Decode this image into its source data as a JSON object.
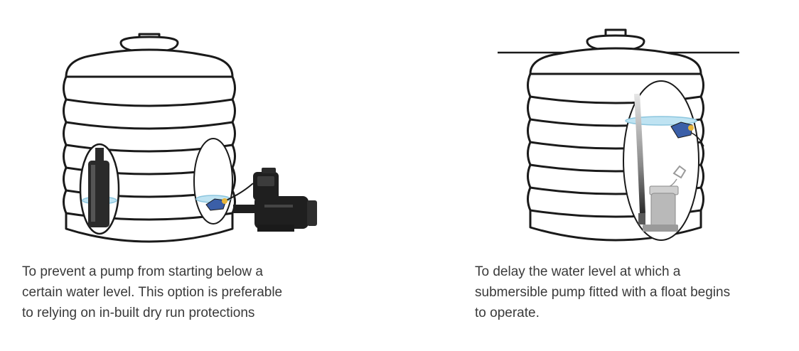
{
  "panels": [
    {
      "id": "left",
      "caption": "To prevent a pump from starting below a\ncertain water level. This option is preferable\nto relying on in-built dry run protections",
      "icons": [
        "water-tank-icon",
        "submersible-pump-icon",
        "float-switch-icon",
        "surface-pump-icon"
      ]
    },
    {
      "id": "right",
      "caption": "To delay the water level at which a\nsubmersible pump fitted with a float begins\nto operate.",
      "icons": [
        "water-tank-icon",
        "float-switch-icon",
        "submersible-pump-icon"
      ]
    }
  ],
  "colors": {
    "outline": "#1a1a1a",
    "water": "#bfe3f2",
    "float": "#3b5fa8",
    "float_cap": "#e8b53a",
    "pump_dark": "#2a2a2a",
    "pump_grey": "#b9b9b9",
    "text": "#3a3a3a"
  }
}
